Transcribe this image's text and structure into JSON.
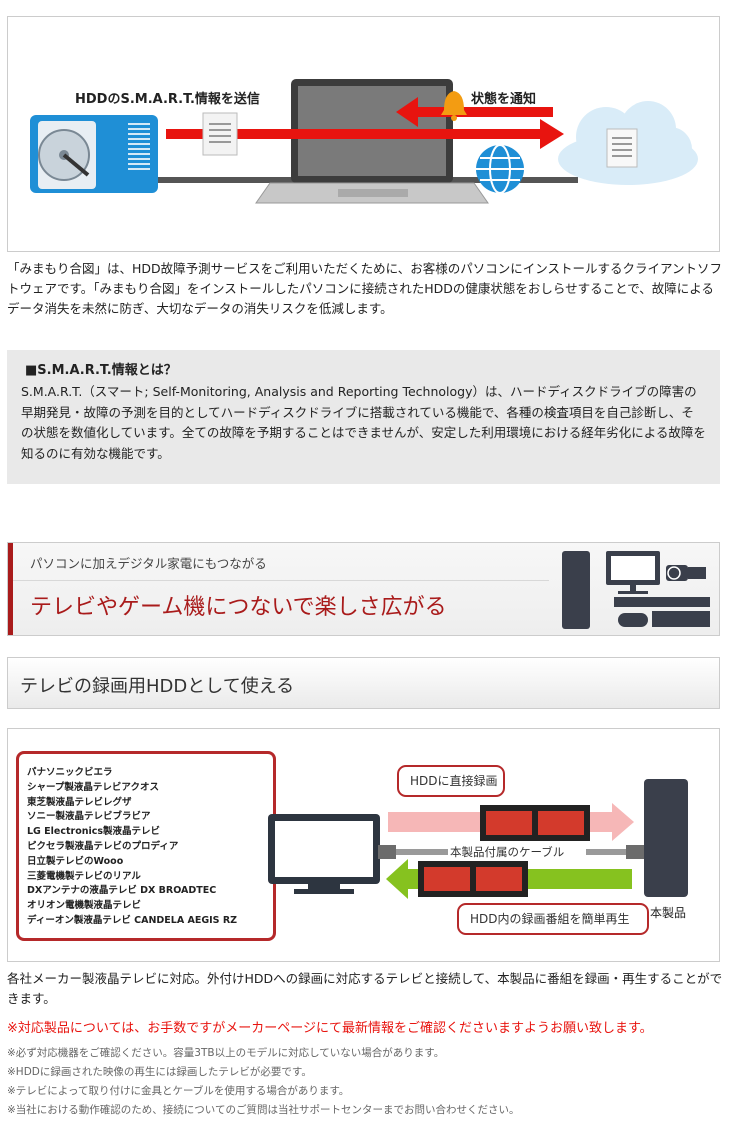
{
  "diagram_top": {
    "send_label": "HDDのS.M.A.R.T.情報を送信",
    "notify_label": "状態を通知"
  },
  "intro_text": "「みまもり合図」は、HDD故障予測サービスをご利用いただくために、お客様のパソコンにインストールするクライアントソフトウェアです。「みまもり合図」をインストールしたパソコンに接続されたHDDの健康状態をおしらせすることで、故障によるデータ消失を未然に防ぎ、大切なデータの消失リスクを低減します。",
  "smart_box": {
    "title": "■S.M.A.R.T.情報とは？",
    "body": "S.M.A.R.T.（スマート; Self-Monitoring, Analysis and Reporting Technology）は、ハードディスクドライブの障害の早期発見・故障の予測を目的としてハードディスクドライブに搭載されている機能で、各種の検査項目を自己診断し、その状態を数値化しています。全ての故障を予期することはできませんが、安定した利用環境における経年劣化による故障を知るのに有効な機能です。"
  },
  "banner": {
    "subtitle": "パソコンに加えデジタル家電にもつながる",
    "title": "テレビやゲーム機につないで楽しさ広がる"
  },
  "section": {
    "title": "テレビの録画用HDDとして使える"
  },
  "diagram_bottom": {
    "tv_list": [
      "パナソニックビエラ",
      "シャープ製液晶テレビアクオス",
      "東芝製液晶テレビレグザ",
      "ソニー製液晶テレビブラビア",
      "LG Electronics製液晶テレビ",
      "ピクセラ製液晶テレビのプロディア",
      "日立製テレビのWooo",
      "三菱電機製テレビのリアル",
      "DXアンテナの液晶テレビ DX BROADTEC",
      "オリオン電機製液晶テレビ",
      "ディーオン製液晶テレビ CANDELA AEGIS RZ"
    ],
    "record_label": "HDDに直接録画",
    "cable_label": "本製品付属のケーブル",
    "playback_label": "HDD内の録画番組を簡単再生",
    "product_label": "本製品"
  },
  "body_text": "各社メーカー製液晶テレビに対応。外付けHDDへの録画に対応するテレビと接続して、本製品に番組を録画・再生することができます。",
  "red_note": "※対応製品については、お手数ですがメーカーページにて最新情報をご確認くださいますようお願い致します。",
  "notes": [
    "※必ず対応機器をご確認ください。容量3TB以上のモデルに対応していない場合があります。",
    "※HDDに録画された映像の再生には録画したテレビが必要です。",
    "※テレビによって取り付けに金具とケーブルを使用する場合があります。",
    "※当社における動作確認のため、接続についてのご質問は当社サポートセンターまでお問い合わせください。"
  ],
  "colors": {
    "accent_red": "#a91b1b",
    "note_red": "#e8140f",
    "hdd_blue": "#1f8fd6",
    "cable_green": "#86c21f"
  }
}
